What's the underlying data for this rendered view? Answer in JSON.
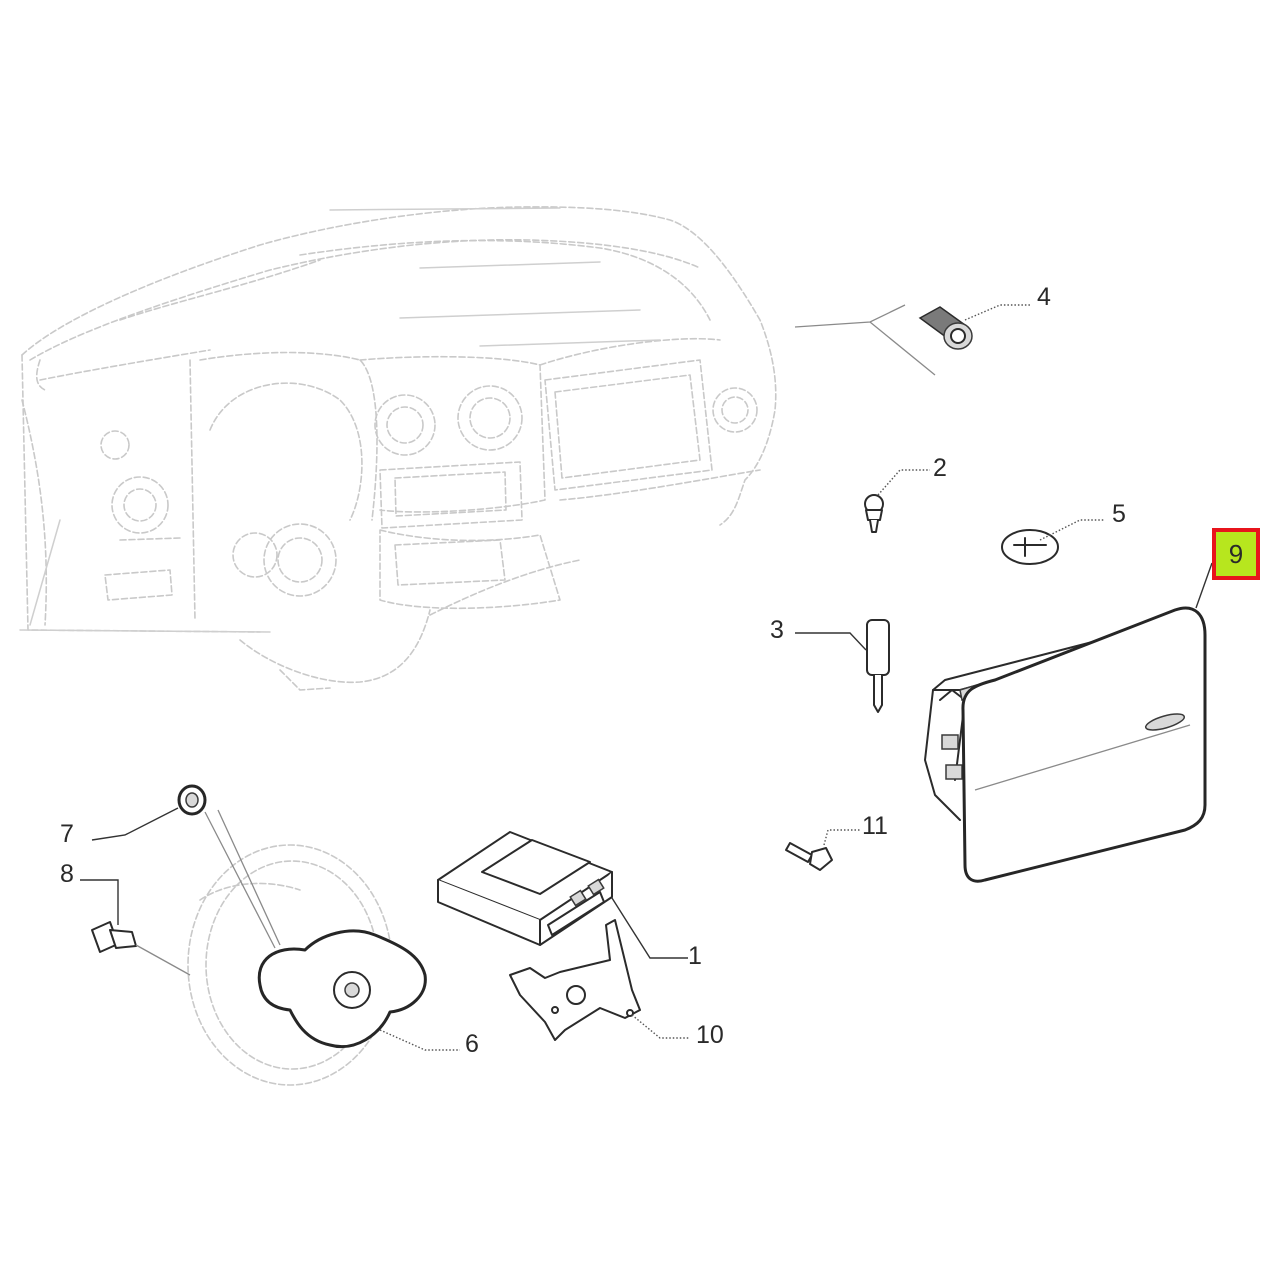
{
  "callouts": {
    "p1": "1",
    "p2": "2",
    "p3": "3",
    "p4": "4",
    "p5": "5",
    "p6": "6",
    "p7": "7",
    "p8": "8",
    "p9": "9",
    "p10": "10",
    "p11": "11"
  },
  "highlight": {
    "part": "9",
    "fill_color": "#b7e61e",
    "border_color": "#e8141c"
  }
}
